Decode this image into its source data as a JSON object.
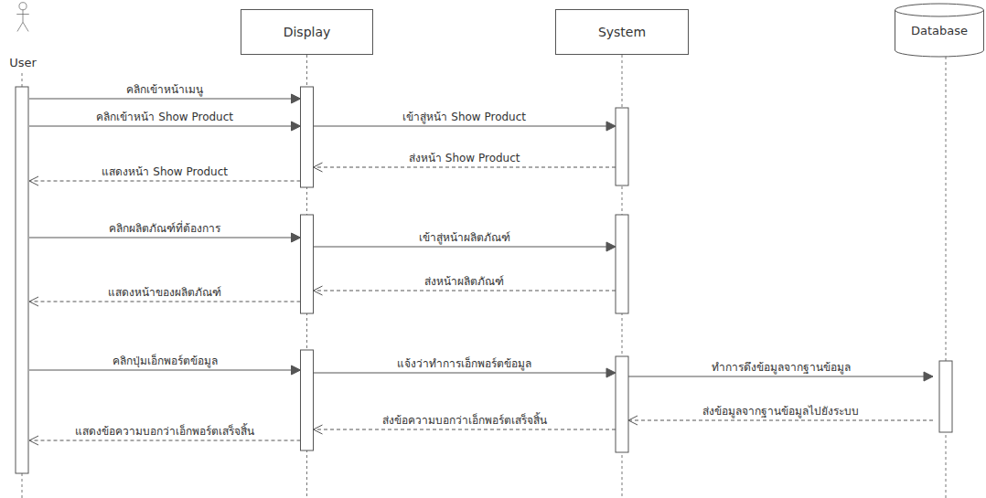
{
  "diagram": {
    "nodes": [
      {
        "text": [
          "User"
        ]
      },
      {
        "text": [
          "Display"
        ]
      },
      {
        "text": [
          "System"
        ]
      },
      {
        "text": [
          "Database"
        ]
      }
    ],
    "edges": [
      {
        "from": 0,
        "to": 1,
        "arrow": "to",
        "label": "คลิกเข้าหน้าเมนู"
      },
      {
        "from": 0,
        "to": 1,
        "arrow": "to",
        "label": "คลิกเข้าหน้า Show Product"
      },
      {
        "from": 1,
        "to": 2,
        "arrow": "to",
        "label": "เข้าสู่หน้า Show Product"
      },
      {
        "from": 2,
        "to": 1,
        "arrow": "to",
        "label": "ส่งหน้า Show Product"
      },
      {
        "from": 1,
        "to": 0,
        "arrow": "to",
        "label": "แสดงหน้า Show Product"
      },
      {
        "from": 0,
        "to": 1,
        "arrow": "to",
        "label": "คลิกผลิตภัณฑ์ที่ต้องการ"
      },
      {
        "from": 1,
        "to": 2,
        "arrow": "to",
        "label": "เข้าสู่หน้าผลิตภัณฑ์"
      },
      {
        "from": 2,
        "to": 1,
        "arrow": "to",
        "label": "ส่งหน้าผลิตภัณฑ์"
      },
      {
        "from": 1,
        "to": 0,
        "arrow": "to",
        "label": "แสดงหน้าของผลิตภัณฑ์"
      },
      {
        "from": 0,
        "to": 1,
        "arrow": "to",
        "label": "คลิกปุ่มเอ็กพอร์ตข้อมูล"
      },
      {
        "from": 1,
        "to": 2,
        "arrow": "to",
        "label": "แจ้งว่าทำการเอ็กพอร์ตข้อมูล"
      },
      {
        "from": 2,
        "to": 3,
        "arrow": "to",
        "label": "ทำการดึงข้อมูลจากฐานข้อมูล"
      },
      {
        "from": 3,
        "to": 2,
        "arrow": "to",
        "label": "ส่งข้อมูลจากฐานข้อมูลไปยังระบบ"
      },
      {
        "from": 2,
        "to": 1,
        "arrow": "to",
        "label": "ส่งข้อความบอกว่าเอ็กพอร์ตเสร็จสิ้น"
      },
      {
        "from": 1,
        "to": 0,
        "arrow": "to",
        "label": "แสดงข้อความบอกว่าเอ็กพอร์ตเสร็จสิ้น"
      }
    ]
  }
}
